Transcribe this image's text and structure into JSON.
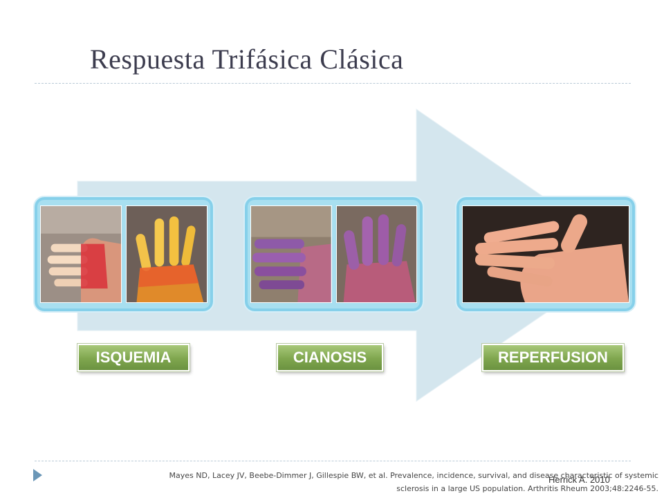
{
  "title": "Respuesta Trifásica Clásica",
  "phases": [
    {
      "label": "ISQUEMIA",
      "photo_count": 2
    },
    {
      "label": "CIANOSIS",
      "photo_count": 2
    },
    {
      "label": "REPERFUSION",
      "photo_count": 1
    }
  ],
  "credit": "Herrick A. 2010",
  "reference": "Mayes ND, Lacey JV, Beebe-Dimmer J, Gillespie BW, et al. Prevalence, incidence, survival, and disease characteristic of systemic sclerosis in a large US population. Arthritis Rheum 2003;48:2246-55.",
  "colors": {
    "arrow": "#d4e6ee",
    "frame": "#a8dff0",
    "label": "#7fa64e",
    "ischemia_skin": "#f0d2b0",
    "cyanosis_skin": "#8a5aa6",
    "reperfusion_skin": "#eea98a"
  }
}
